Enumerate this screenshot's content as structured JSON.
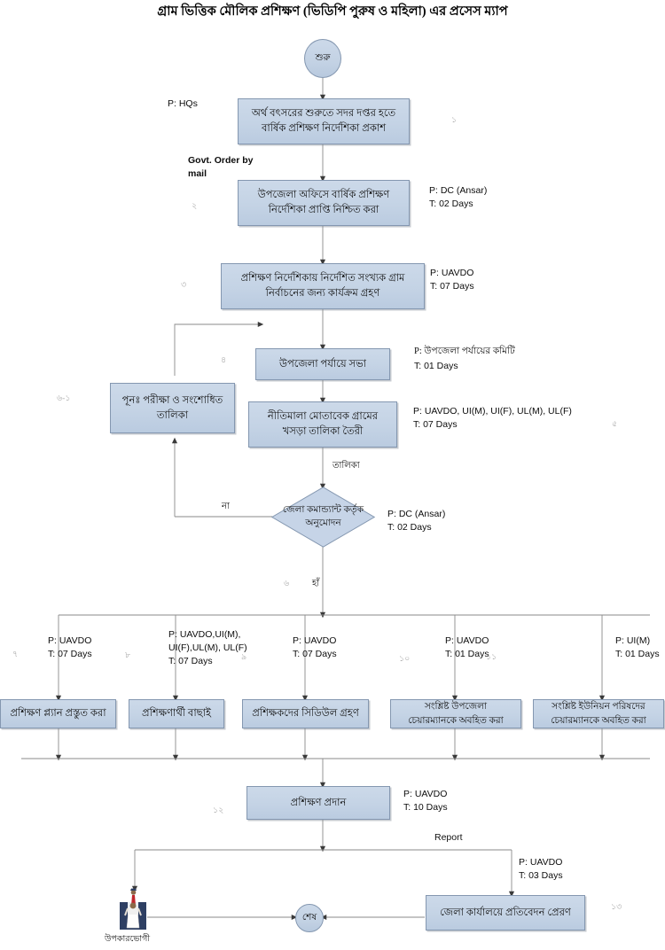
{
  "title": "গ্রাম ভিত্তিক মৌলিক প্রশিক্ষণ (ভিডিপি পুরুষ ও মহিলা) এর প্রসেস ম্যাপ",
  "colors": {
    "box_fill": "#ccd9e9",
    "box_border": "#8497b0",
    "line": "#808080",
    "text": "#000000",
    "stepnum": "#9a9a9a"
  },
  "nodes": {
    "start": {
      "label": "শুরু"
    },
    "n1": {
      "label_line1": "অর্থ বৎসরের শুরুতে সদর দপ্তর হতে",
      "label_line2": "বার্ষিক প্রশিক্ষণ নির্দেশিকা প্রকাশ"
    },
    "n2": {
      "label_line1": "উপজেলা অফিসে বার্ষিক প্রশিক্ষণ",
      "label_line2": "নির্দেশিকা প্রাপ্তি নিশ্চিত করা"
    },
    "n3": {
      "label_line1": "প্রশিক্ষণ নির্দেশিকায় নির্দেশিত সংখ্যক গ্রাম",
      "label_line2": "নির্বাচনের জন্য কার্যক্রম গ্রহণ"
    },
    "n4": {
      "label_line1": "উপজেলা পর্যায়ে  সভা"
    },
    "n5": {
      "label_line1": "নীতিমালা মোতাবেক গ্রামের",
      "label_line2": "খসড়া তালিকা তৈরী"
    },
    "n61": {
      "label_line1": "পূনঃ পরীক্ষা ও সংশোধিত",
      "label_line2": "তালিকা"
    },
    "decision": {
      "label_line1": "জেলা কমান্ড্যান্ট",
      "label_line2": "কর্তৃক",
      "label_line3": "অনুমোদন"
    },
    "n7": {
      "label_line1": "প্রশিক্ষণ প্ল্যান প্রস্তুত করা"
    },
    "n8": {
      "label_line1": "প্রশিক্ষণার্থী বাছাই"
    },
    "n9": {
      "label_line1": "প্রশিক্ষকদের সিডিউল গ্রহণ"
    },
    "n10": {
      "label_line1": "সংশ্লিষ্ট উপজেলা",
      "label_line2": "চেয়ারম্যানকে অবহিত করা"
    },
    "n11": {
      "label_line1": "সংশ্লিষ্ট ইউনিয়ন পরিষদের",
      "label_line2": "চেয়ারম্যানকে অবহিত করা"
    },
    "n12": {
      "label_line1": "প্রশিক্ষণ প্রদান"
    },
    "n13": {
      "label_line1": "জেলা কার্যালয়ে প্রতিবেদন প্রেরণ"
    },
    "end": {
      "label": "শেষ"
    },
    "beneficiary": {
      "label": "উপকারভোগী",
      "icon": "beneficiary-person-icon"
    }
  },
  "annotations": {
    "a1": "P: HQs",
    "a2": "Govt. Order by\nmail",
    "a3": "P: DC (Ansar)\nT: 02 Days",
    "a4": "P: UAVDO\nT: 07 Days",
    "a5_bn": "P: উপজেলা পর্যায়ের কমিটি",
    "a5_t": "T: 01 Days",
    "a6": "P: UAVDO, UI(M), UI(F), UL(M), UL(F)\nT: 07 Days",
    "a7": "P: DC (Ansar)\nT: 02 Days",
    "a8": "P: UAVDO\nT: 07 Days",
    "a9": "P:    UAVDO,UI(M),\nUI(F),UL(M), UL(F)\nT: 07 Days",
    "a10": "P: UAVDO\nT: 07 Days",
    "a11": "P: UAVDO\nT: 01 Days",
    "a12": "P: UI(M)\nT: 01 Days",
    "a13": "P: UAVDO\nT: 10 Days",
    "a14": "P: UAVDO\nT: 03 Days"
  },
  "edge_labels": {
    "talika": "তালিকা",
    "na": "না",
    "ha": "হাঁ",
    "report": "Report"
  },
  "step_numbers": {
    "s1": "১",
    "s2": "২",
    "s3": "৩",
    "s4": "৪",
    "s5": "৫",
    "s61": "৬-১",
    "s6": "৬",
    "s7": "৭",
    "s8": "৮",
    "s9": "৯",
    "s10": "১০",
    "s11": "১১",
    "s12": "১২",
    "s13": "১৩"
  }
}
